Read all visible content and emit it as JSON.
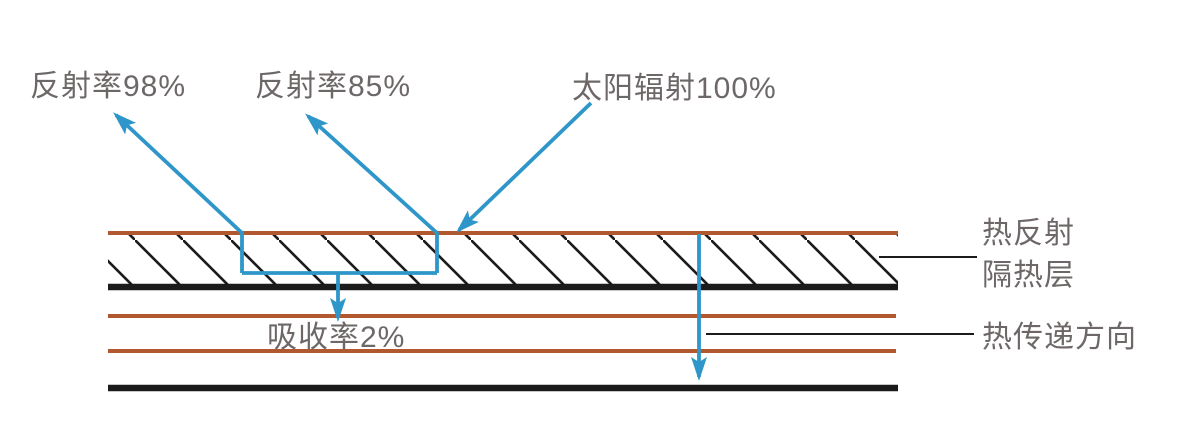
{
  "diagram": {
    "labels": {
      "reflectance_98": "反射率98%",
      "reflectance_85": "反射率85%",
      "solar_radiation": "太阳辐射100%",
      "absorption": "吸收率2%",
      "insulation_layer": "热反射\n隔热层",
      "heat_transfer_direction": "热传递方向"
    },
    "colors": {
      "accent_blue": "#2e96c8",
      "layer_orange": "#b2582e",
      "line_black": "#1b1b1b",
      "text_gray": "#6d6867",
      "background": "#ffffff"
    }
  }
}
